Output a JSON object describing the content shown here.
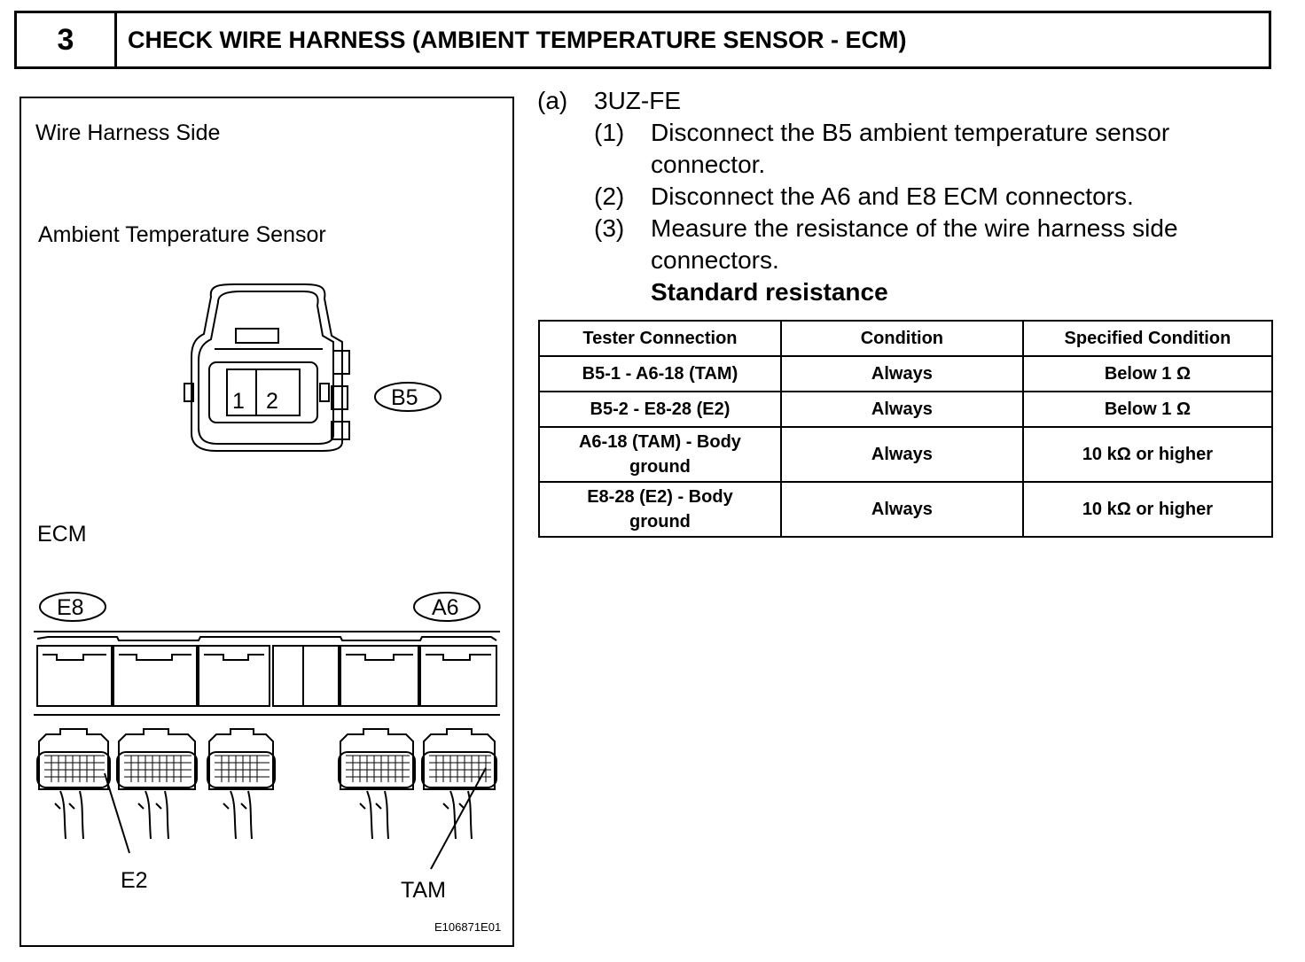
{
  "header": {
    "step_number": "3",
    "title": "CHECK WIRE HARNESS (AMBIENT TEMPERATURE SENSOR - ECM)"
  },
  "figure": {
    "side_label": "Wire Harness Side",
    "sensor_label": "Ambient Temperature Sensor",
    "sensor_pins": [
      "1",
      "2"
    ],
    "sensor_connector": "B5",
    "ecm_label": "ECM",
    "ecm_connector_left": "E8",
    "ecm_connector_right": "A6",
    "pin_e2": "E2",
    "pin_tam": "TAM",
    "figure_id": "E106871E01"
  },
  "instructions": {
    "a_label": "(a)",
    "a_text": "3UZ-FE",
    "steps": [
      {
        "num": "(1)",
        "lines": [
          "Disconnect the B5 ambient temperature sensor",
          "connector."
        ]
      },
      {
        "num": "(2)",
        "lines": [
          "Disconnect the A6 and E8 ECM connectors."
        ]
      },
      {
        "num": "(3)",
        "lines": [
          "Measure the resistance of the wire harness side",
          "connectors."
        ]
      }
    ],
    "standard_label": "Standard resistance"
  },
  "table": {
    "headers": [
      "Tester Connection",
      "Condition",
      "Specified Condition"
    ],
    "rows": [
      {
        "connection": "B5-1 - A6-18 (TAM)",
        "condition": "Always",
        "specified": "Below 1 Ω"
      },
      {
        "connection": "B5-2 - E8-28 (E2)",
        "condition": "Always",
        "specified": "Below 1 Ω"
      },
      {
        "connection_lines": [
          "A6-18 (TAM) - Body",
          "ground"
        ],
        "condition": "Always",
        "specified": "10 kΩ or higher"
      },
      {
        "connection_lines": [
          "E8-28 (E2) - Body",
          "ground"
        ],
        "condition": "Always",
        "specified": "10 kΩ or higher"
      }
    ]
  }
}
